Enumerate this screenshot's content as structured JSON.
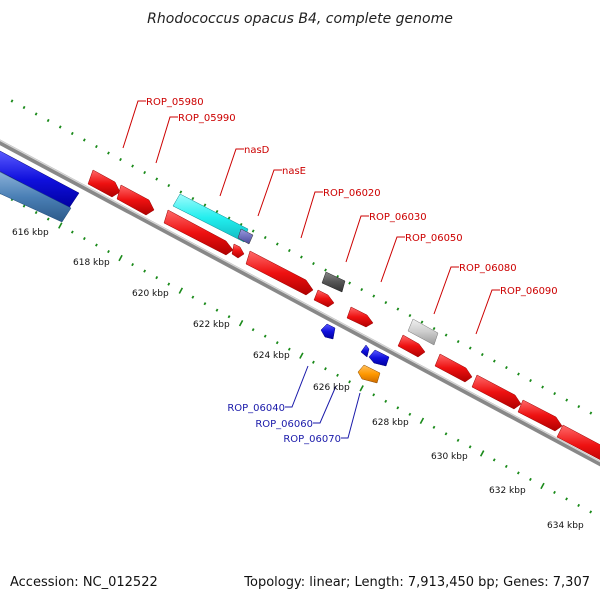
{
  "title": "Rhodococcus opacus B4, complete genome",
  "footer": {
    "accession": "Accession: NC_012522",
    "summary": "Topology: linear; Length: 7,913,450 bp; Genes: 7,307"
  },
  "scale_labels": [
    "616 kbp",
    "618 kbp",
    "620 kbp",
    "622 kbp",
    "624 kbp",
    "626 kbp",
    "628 kbp",
    "630 kbp",
    "632 kbp",
    "634 kbp"
  ],
  "forward_gene_labels": [
    "ROP_05980",
    "ROP_05990",
    "nasD",
    "nasE",
    "ROP_06020",
    "ROP_06030",
    "ROP_06050",
    "ROP_06080",
    "ROP_06090"
  ],
  "reverse_gene_labels": [
    "ROP_06040",
    "ROP_06060",
    "ROP_06070"
  ],
  "colors": {
    "forward_gene": "#ee1111",
    "forward_label": "#cc0000",
    "reverse_gene": "#1010dd",
    "reverse_label": "#1a1aaa",
    "backbone": "#888888",
    "tick": "#1a8a1a",
    "highlight_cyan": "#22eeee",
    "highlight_grey": "#cccccc",
    "dark_grey": "#555555",
    "orange": "#ff9900",
    "steel_blue": "#4a7fb5"
  }
}
